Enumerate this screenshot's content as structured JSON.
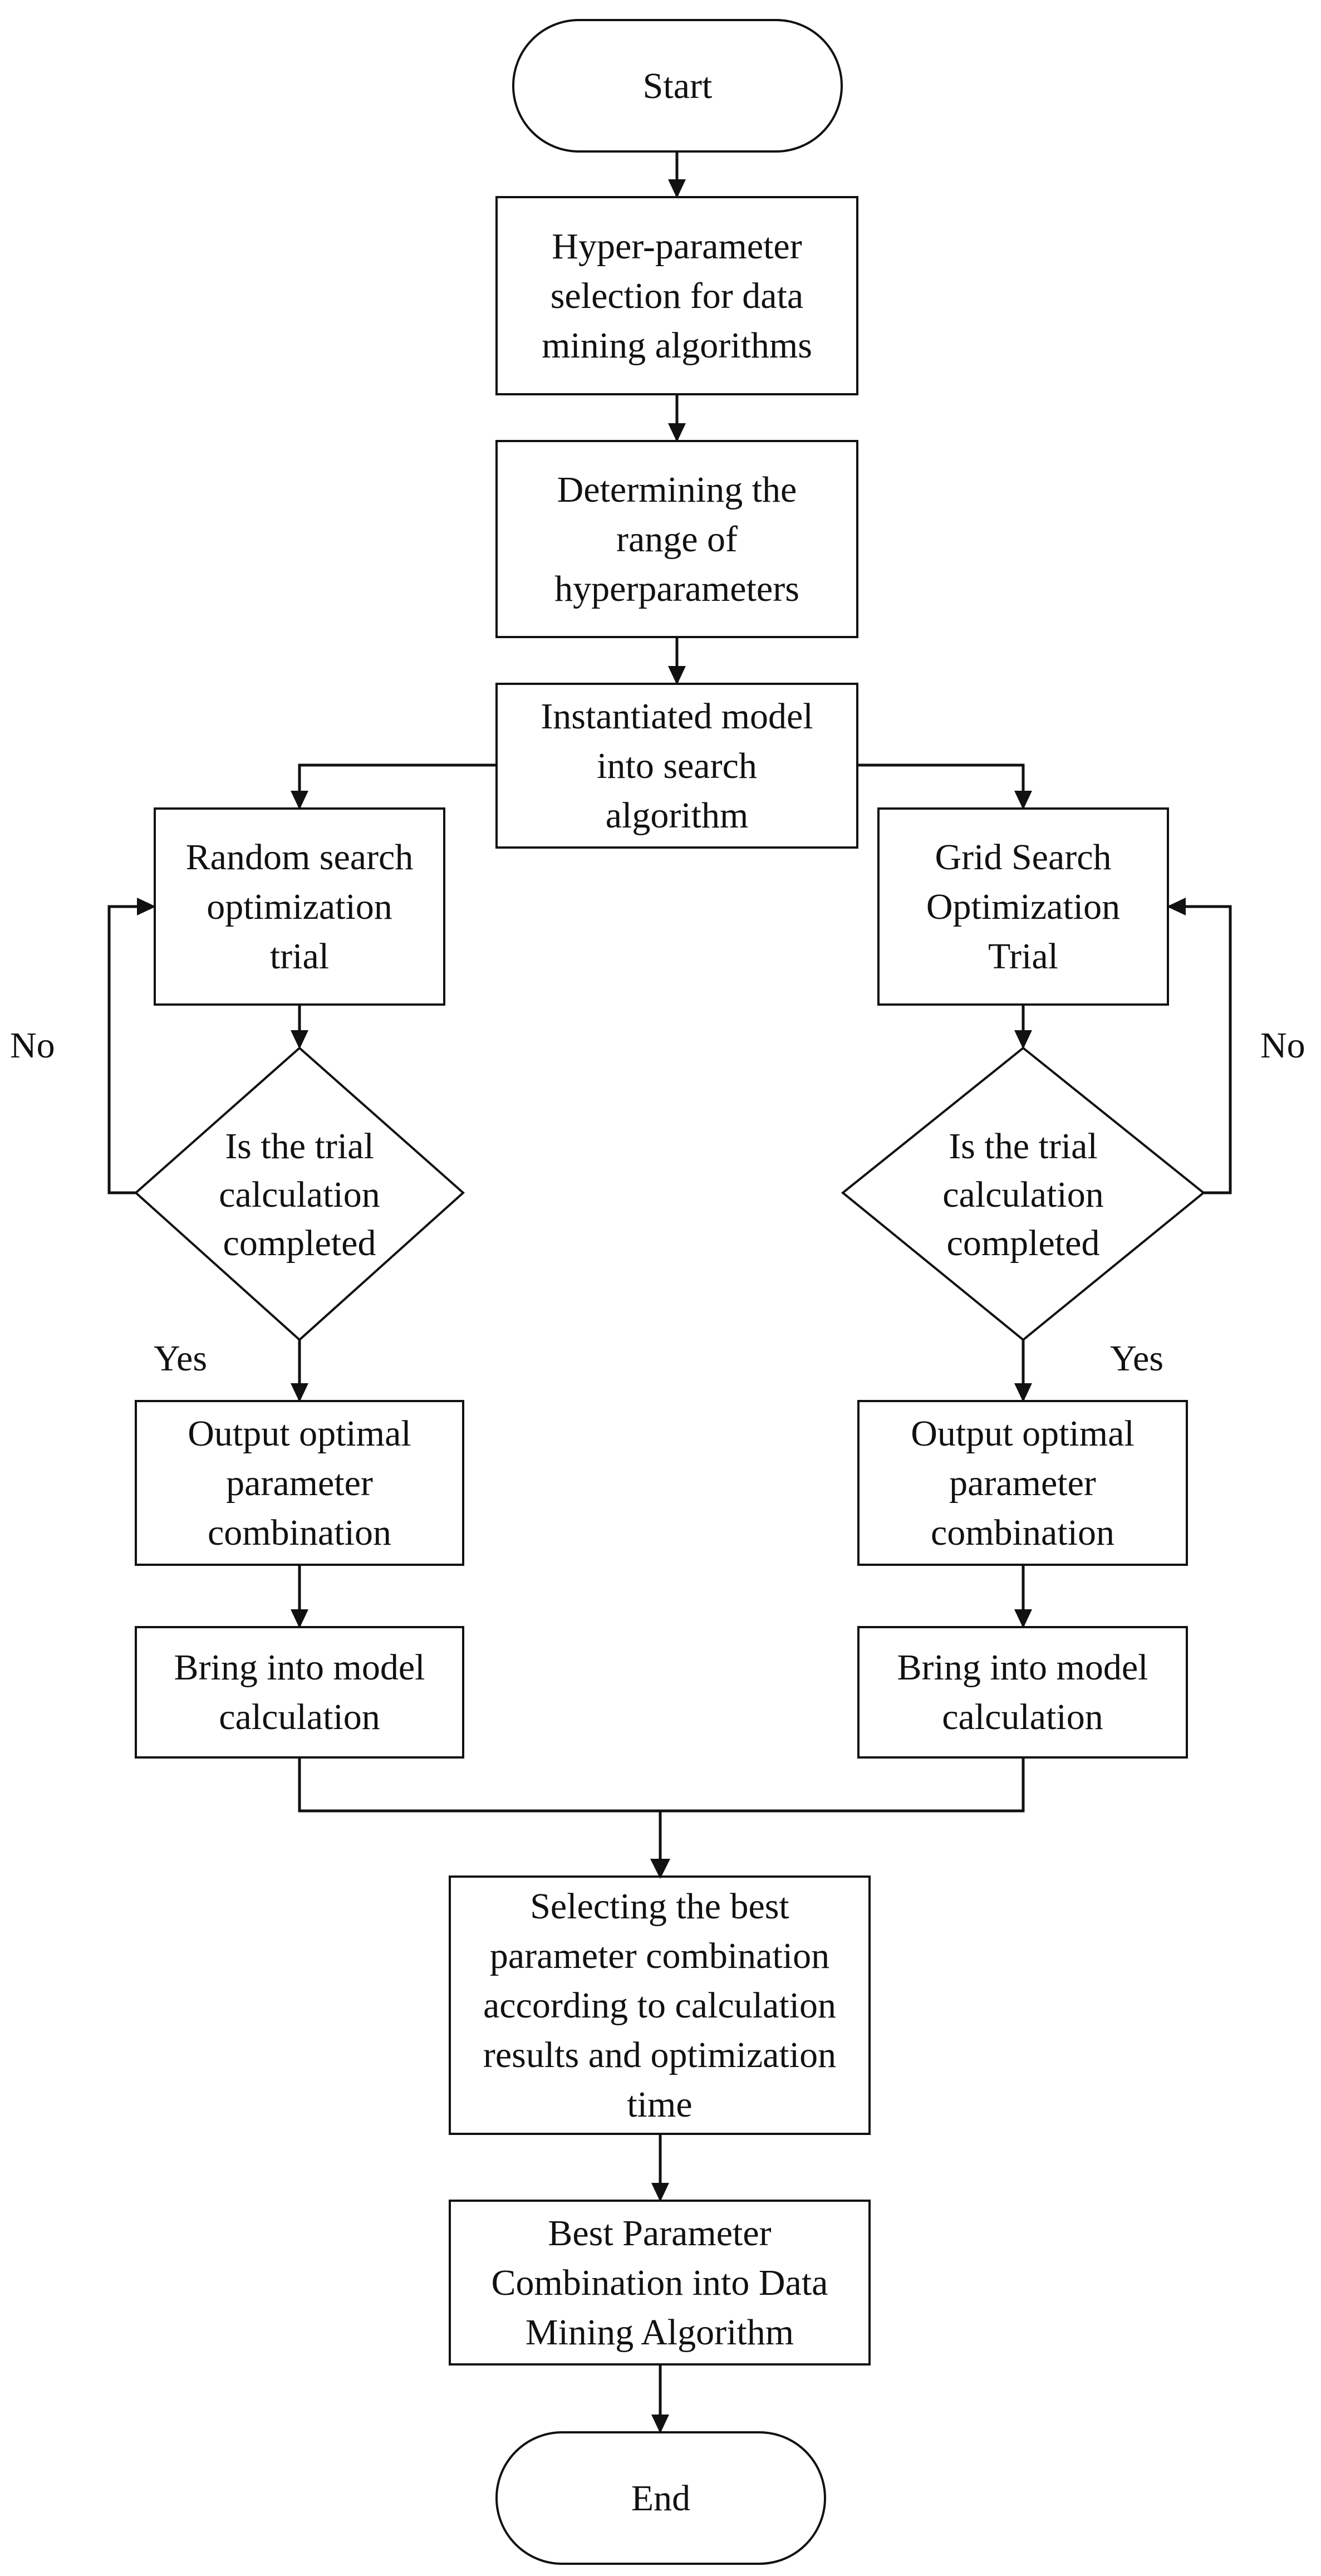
{
  "nodes": {
    "start": "Start",
    "hyper_selection": "Hyper-parameter\nselection for data\nmining algorithms",
    "range": "Determining the\nrange of\nhyperparameters",
    "instantiate": "Instantiated model\ninto search\nalgorithm",
    "random_trial": "Random search\noptimization\ntrial",
    "grid_trial": "Grid Search\nOptimization\nTrial",
    "decision_left": "Is the trial\ncalculation\ncompleted",
    "decision_right": "Is the trial\ncalculation\ncompleted",
    "output_left": "Output optimal\nparameter\ncombination",
    "output_right": "Output optimal\nparameter\ncombination",
    "bring_left": "Bring into model\ncalculation",
    "bring_right": "Bring into model\ncalculation",
    "select_best": "Selecting the best\nparameter combination\naccording to calculation\nresults and optimization\ntime",
    "best_combo": "Best Parameter\nCombination into Data\nMining Algorithm",
    "end": "End"
  },
  "edge_labels": {
    "no_left": "No",
    "no_right": "No",
    "yes_left": "Yes",
    "yes_right": "Yes"
  },
  "colors": {
    "stroke": "#111111",
    "fill": "#ffffff",
    "text": "#111111"
  }
}
